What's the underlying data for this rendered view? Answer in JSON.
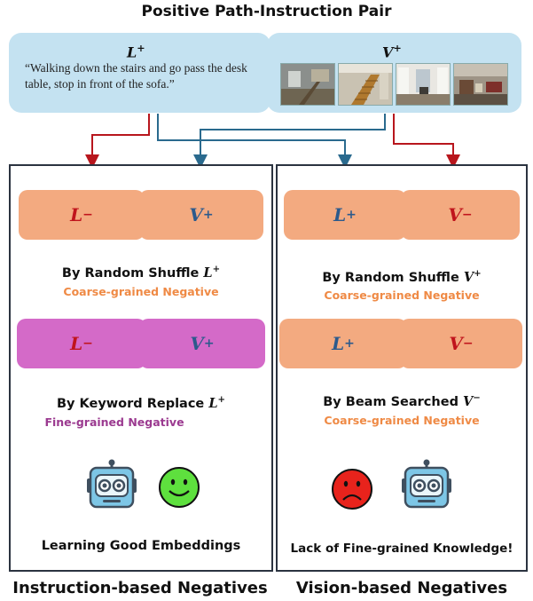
{
  "title": "Positive Path-Instruction Pair",
  "positive": {
    "l_symbol": "L",
    "v_symbol": "V",
    "plus": "+",
    "minus": "−",
    "instruction": "“Walking down the stairs and go pass the desk table, stop in front of the sofa.”",
    "thumbnails": [
      "stairs-room",
      "wooden-stairs",
      "hallway-room",
      "living-room"
    ]
  },
  "left_panel": {
    "pair1": {
      "left": "L−",
      "right": "V+"
    },
    "caption1": "By Random Shuffle",
    "caption1_symbol": "L",
    "sub1": "Coarse-grained Negative",
    "pair2": {
      "left": "L−",
      "right": "V+"
    },
    "caption2": "By Keyword Replace",
    "caption2_symbol": "L",
    "sub2": "Fine-grained Negative",
    "bottom": "Learning Good Embeddings",
    "footer": "Instruction-based Negatives"
  },
  "right_panel": {
    "pair1": {
      "left": "L+",
      "right": "V−"
    },
    "caption1": "By Random Shuffle",
    "caption1_symbol": "V",
    "sub1": "Coarse-grained Negative",
    "pair2": {
      "left": "L+",
      "right": "V−"
    },
    "caption2": "By Beam Searched",
    "caption2_symbol": "V",
    "sub2": "Coarse-grained Negative",
    "bottom": "Lack of Fine-grained Knowledge!",
    "footer": "Vision-based Negatives"
  },
  "colors": {
    "positive_bg": "#c4e2f1",
    "coarse_pair": "#f3aa80",
    "fine_pair": "#d46ac8",
    "negative_red": "#c0141c",
    "positive_blue": "#2c5a8c",
    "arrow_red": "#b8161d",
    "arrow_blue": "#2a6a8e"
  }
}
